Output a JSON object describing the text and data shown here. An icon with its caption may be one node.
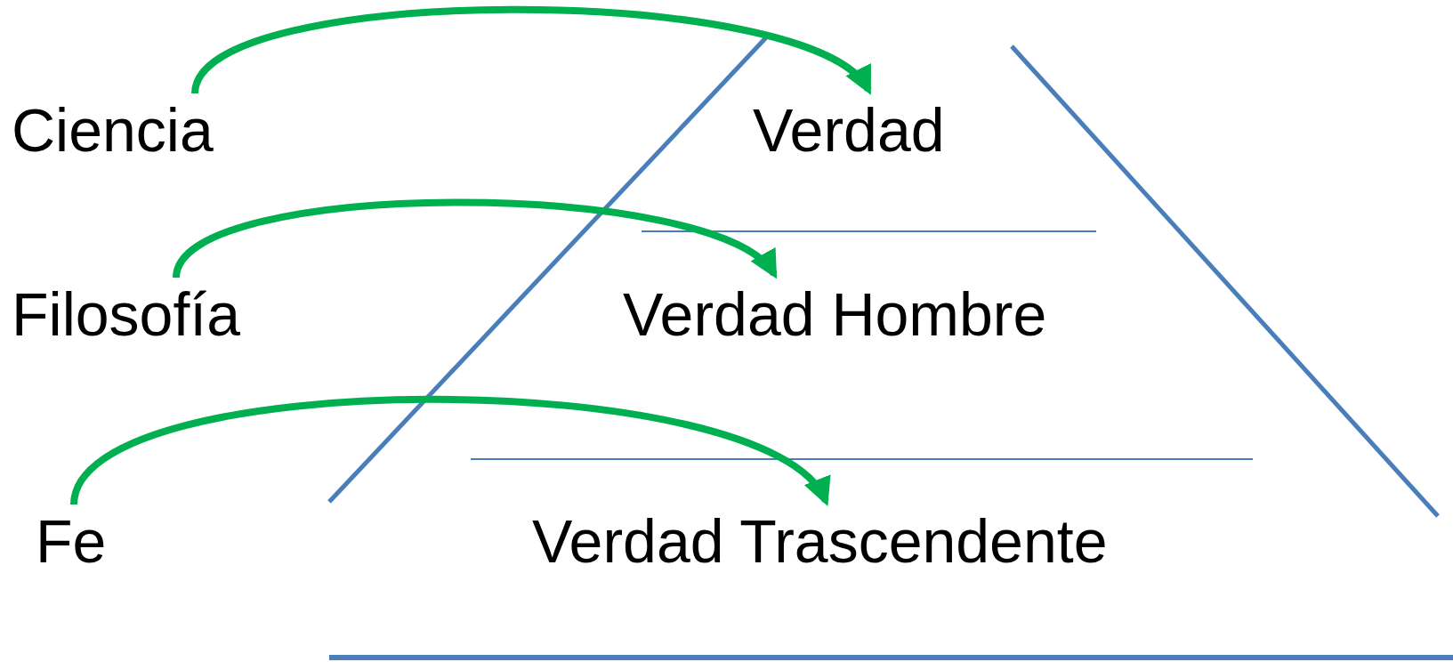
{
  "diagram": {
    "nodes": [
      {
        "text": [
          "Ciencia"
        ]
      },
      {
        "text": [
          "Verdad"
        ]
      },
      {
        "text": [
          "Filosofía"
        ]
      },
      {
        "text": [
          "Verdad Hombre"
        ]
      },
      {
        "text": [
          "Fe"
        ]
      },
      {
        "text": [
          "Verdad Trascendente"
        ]
      }
    ],
    "edges": [
      {
        "from": 0,
        "to": 1,
        "arrow": "to"
      },
      {
        "from": 2,
        "to": 3,
        "arrow": "to"
      },
      {
        "from": 4,
        "to": 5,
        "arrow": "to"
      }
    ]
  }
}
